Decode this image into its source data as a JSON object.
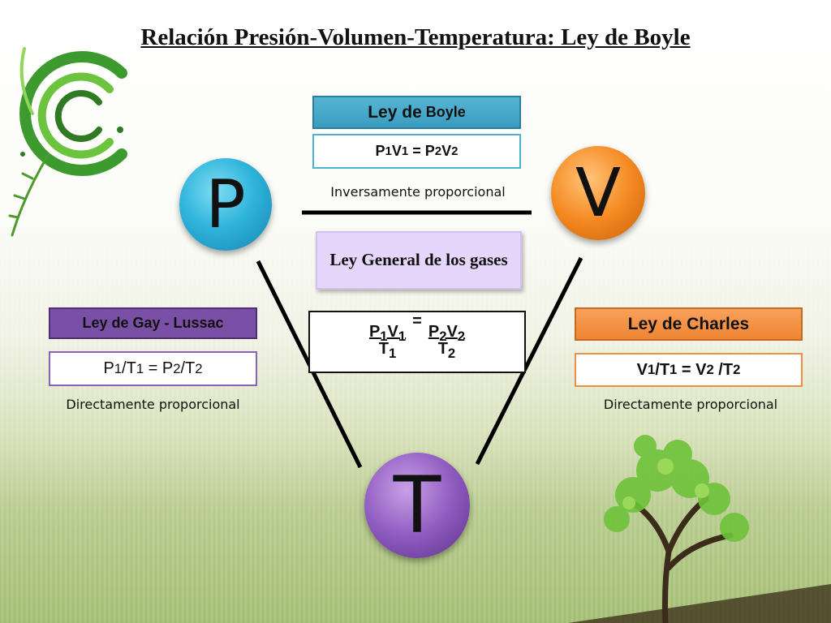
{
  "title": "Relación Presión-Volumen-Temperatura: Ley de Boyle",
  "nodes": {
    "p": "P",
    "v": "V",
    "t": "T"
  },
  "boyle": {
    "head_main": "Ley de",
    "head_small": "Boyle",
    "equation": {
      "a": "P",
      "a_sub": "1",
      "b": "V",
      "b_sub": "1",
      "eq": " = ",
      "c": "P",
      "c_sub": "2",
      "d": "V",
      "d_sub": "2"
    },
    "note": "Inversamente proporcional"
  },
  "general": {
    "head": "Ley General de los gases",
    "lhs_num": {
      "a": "P",
      "a_sub": "1",
      "b": "V",
      "b_sub": "1"
    },
    "lhs_den": {
      "a": "T",
      "a_sub": "1"
    },
    "eq": "=",
    "rhs_num": {
      "a": "P",
      "a_sub": "2",
      "b": "V",
      "b_sub": "2"
    },
    "rhs_den": {
      "a": "T",
      "a_sub": "2"
    }
  },
  "gay_lussac": {
    "head": "Ley de Gay - Lussac",
    "equation": {
      "a": "P",
      "a_sub": "1",
      "s1": "/T",
      "s1_sub": "1",
      "eq": " = P",
      "eq_sub": "2",
      "s2": "/T",
      "s2_sub": "2"
    },
    "note": "Directamente proporcional"
  },
  "charles": {
    "head": "Ley de Charles",
    "equation": {
      "a": "V",
      "a_sub": "1",
      "s1": "/T",
      "s1_sub": "1",
      "eq": " = V",
      "eq_sub": "2",
      "s2": " /T",
      "s2_sub": "2"
    },
    "note": "Directamente proporcional"
  },
  "colors": {
    "boyle": "#3a9cc0",
    "general": "#e6d6fb",
    "gay_lussac": "#7a4fa6",
    "charles": "#ef8534",
    "p_circle": "#2fb5dc",
    "v_circle": "#f58a22",
    "t_circle": "#8f5cc1"
  },
  "icons": [
    "logo-swirl-icon",
    "tree-icon"
  ]
}
